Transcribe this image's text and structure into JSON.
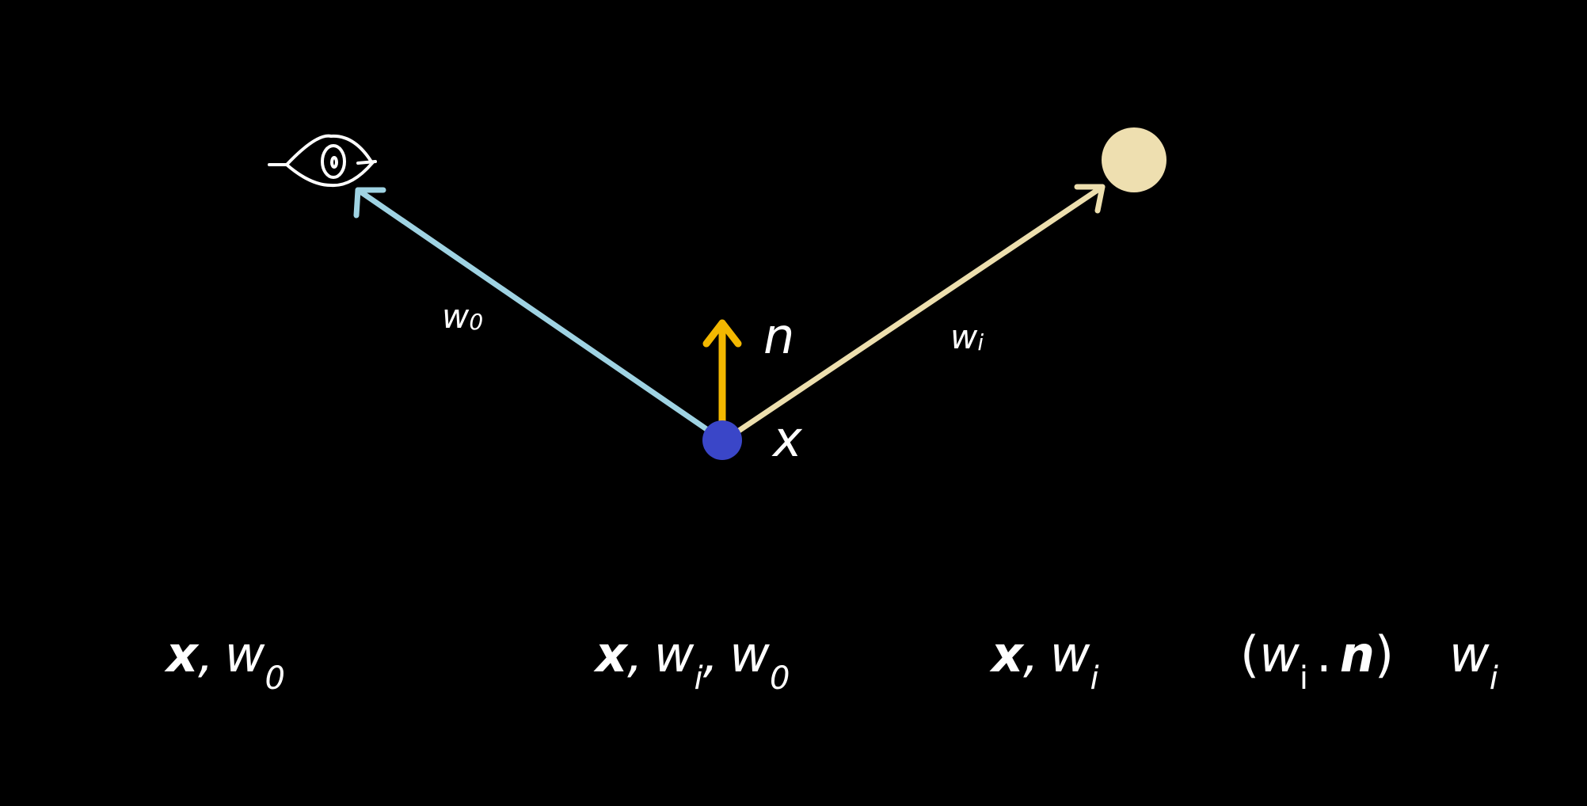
{
  "diagram": {
    "labels": {
      "outgoing": "w",
      "outgoing_sub": "0",
      "normal": "n",
      "incoming": "w",
      "incoming_sub": "i",
      "point": "x"
    },
    "colors": {
      "outgoing_arrow": "#9fd3e3",
      "incoming_arrow": "#eddfae",
      "normal_arrow": "#f3b800",
      "surface_point": "#3a46c8",
      "light_source": "#eedfb0",
      "eye": "#ffffff",
      "background": "#000000"
    },
    "icons": {
      "viewer": "eye-icon",
      "light": "light-source-icon"
    }
  },
  "equation": {
    "term1": {
      "bold": "x",
      "sep": ",",
      "var": "w",
      "sub": "0"
    },
    "term2": {
      "bold": "x",
      "sep1": ",",
      "var1": "w",
      "sub1": "i",
      "sep2": ",",
      "var2": "w",
      "sub2": "0"
    },
    "term3": {
      "bold": "x",
      "sep": ",",
      "var": "w",
      "sub": "i"
    },
    "term4": {
      "open": "(",
      "var": "w",
      "sub": "i",
      "dot": ".",
      "bold": "n",
      "close": ")"
    },
    "term5": {
      "var": "w",
      "sub": "i"
    }
  }
}
